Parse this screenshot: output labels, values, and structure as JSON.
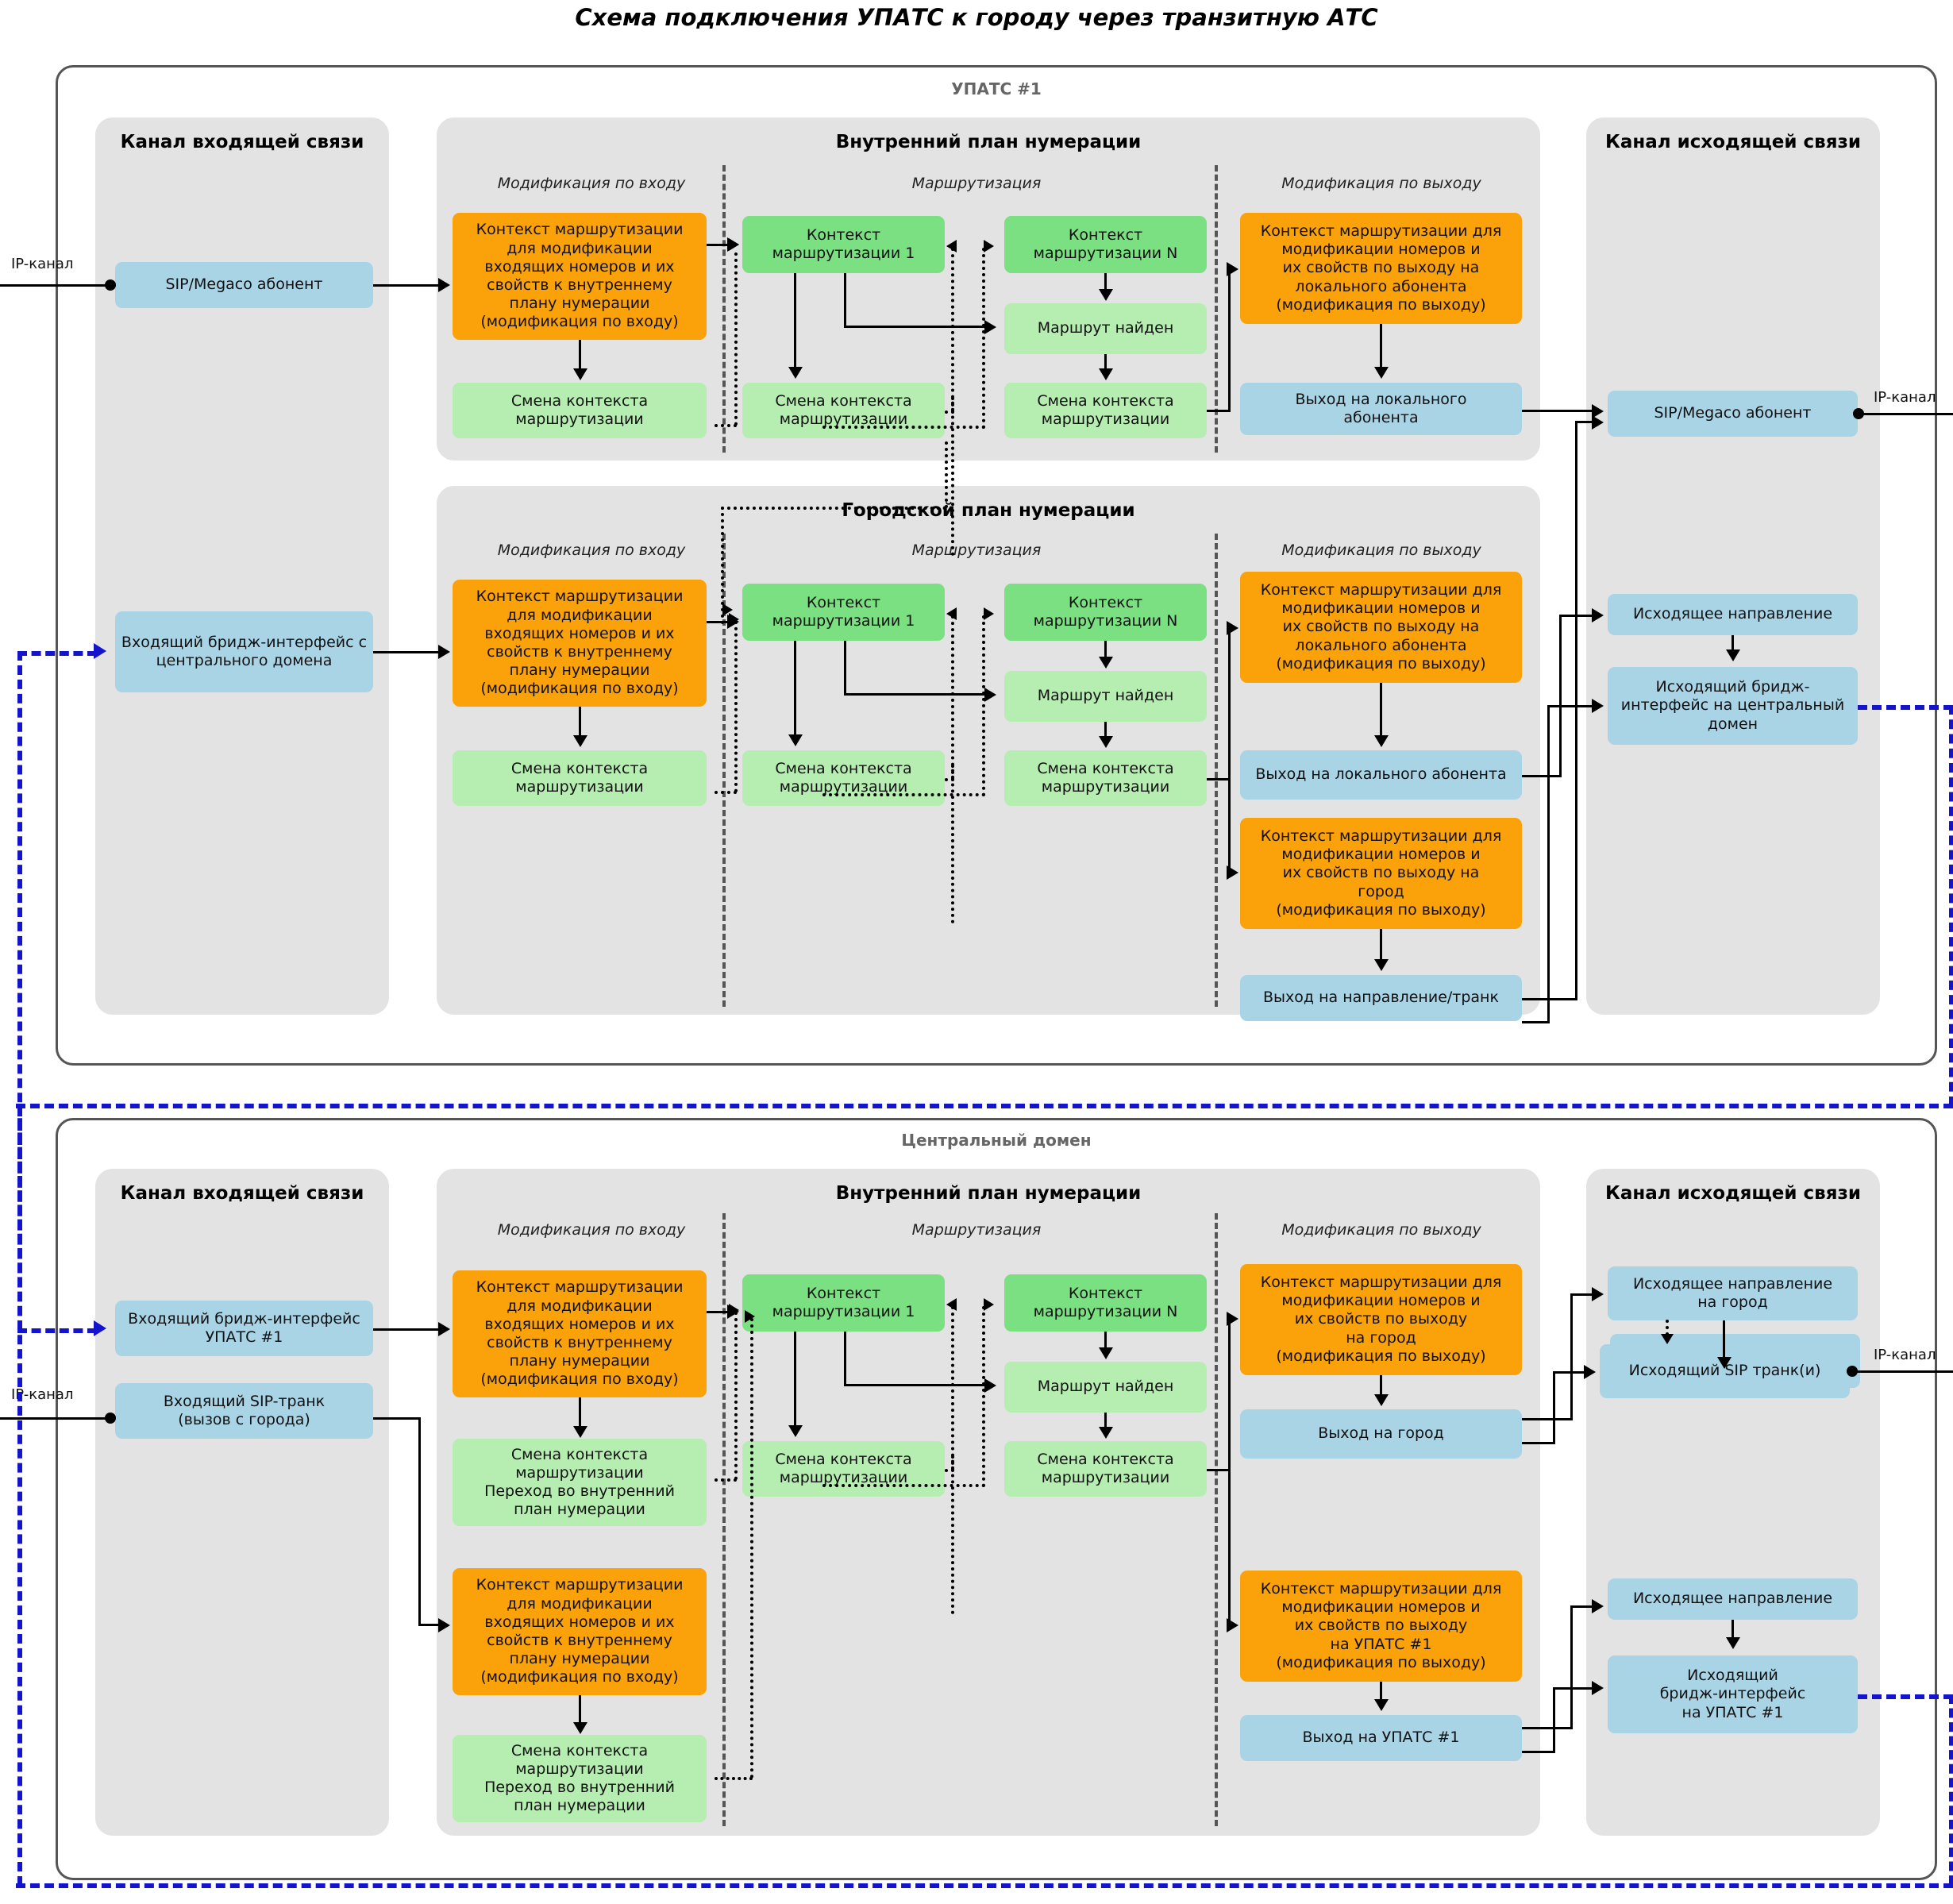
{
  "title": "Схема подключения УПАТС к городу через транзитную АТС",
  "colors": {
    "blue_node": "#a8d4e6",
    "orange_node": "#fba10a",
    "green_node": "#7ae081",
    "light_green_node": "#b6edb0",
    "panel_grey": "#e3e3e3",
    "frame_grey": "#555555",
    "bridge_link_blue": "#1414cc"
  },
  "labels": {
    "ip_channel": "IP-канал",
    "incoming_channel": "Канал входящей связи",
    "outgoing_channel": "Канал исходящей связи",
    "mod_in": "Модификация по входу",
    "routing": "Маршрутизация",
    "mod_out": "Модификация по выходу",
    "ctx_mod_in": "Контекст маршрутизации\nдля модификации\nвходящих номеров и их\nсвойств к внутреннему\nплану нумерации\n(модификация по входу)",
    "ctx_change": "Смена контекста\nмаршрутизации",
    "ctx_change_switch": "Смена контекста\nмаршрутизации\nПереход во внутренний\nплан нумерации",
    "ctx_1": "Контекст\nмаршрутизации 1",
    "ctx_n": "Контекст\nмаршрутизации N",
    "route_found": "Маршрут найден"
  },
  "domains": [
    {
      "id": "upats1",
      "name": "УПАТС #1",
      "incoming": {
        "title": "Канал входящей связи",
        "nodes": [
          {
            "label": "SIP/Megaco абонент",
            "type": "blue"
          },
          {
            "label": "Входящий\nбридж-интерфейс\nс центрального домена",
            "type": "blue"
          }
        ]
      },
      "outgoing": {
        "title": "Канал исходящей связи",
        "nodes": [
          {
            "label": "SIP/Megaco абонент",
            "type": "blue"
          },
          {
            "label": "Исходящее направление",
            "type": "blue"
          },
          {
            "label": "Исходящий\nбридж-интерфейс\nна центральный домен",
            "type": "blue"
          }
        ]
      },
      "plans": [
        {
          "title": "Внутренний план нумерации",
          "mod_in": [
            {
              "label": "Контекст маршрутизации\nдля модификации\nвходящих номеров и их\nсвойств к внутреннему\nплану нумерации\n(модификация по входу)",
              "type": "orange"
            },
            {
              "label": "Смена контекста\nмаршрутизации",
              "type": "lgreen"
            }
          ],
          "routing": [
            {
              "label": "Контекст\nмаршрутизации 1",
              "type": "green"
            },
            {
              "label": "Контекст\nмаршрутизации N",
              "type": "green"
            },
            {
              "label": "Маршрут найден",
              "type": "lgreen"
            },
            {
              "label": "Смена контекста\nмаршрутизации",
              "type": "lgreen"
            },
            {
              "label": "Смена контекста\nмаршрутизации",
              "type": "lgreen"
            }
          ],
          "mod_out": [
            {
              "label": "Контекст маршрутизации для\nмодификации номеров и\nих свойств по выходу на\nлокального абонента\n(модификация по выходу)",
              "type": "orange"
            },
            {
              "label": "Выход на локального\nабонента",
              "type": "blue"
            }
          ]
        },
        {
          "title": "Городской план нумерации",
          "mod_in": [
            {
              "label": "Контекст маршрутизации\nдля модификации\nвходящих номеров и их\nсвойств к внутреннему\nплану нумерации\n(модификация по входу)",
              "type": "orange"
            },
            {
              "label": "Смена контекста\nмаршрутизации",
              "type": "lgreen"
            }
          ],
          "routing": [
            {
              "label": "Контекст\nмаршрутизации 1",
              "type": "green"
            },
            {
              "label": "Контекст\nмаршрутизации N",
              "type": "green"
            },
            {
              "label": "Маршрут найден",
              "type": "lgreen"
            },
            {
              "label": "Смена контекста\nмаршрутизации",
              "type": "lgreen"
            },
            {
              "label": "Смена контекста\nмаршрутизации",
              "type": "lgreen"
            }
          ],
          "mod_out": [
            {
              "label": "Контекст маршрутизации для\nмодификации номеров и\nих свойств по выходу на\nлокального абонента\n(модификация по выходу)",
              "type": "orange"
            },
            {
              "label": "Выход на локального абонента",
              "type": "blue"
            },
            {
              "label": "Контекст маршрутизации для\nмодификации номеров и\nих свойств по выходу на\nгород\n(модификация по выходу)",
              "type": "orange"
            },
            {
              "label": "Выход на направление/транк",
              "type": "blue"
            }
          ]
        }
      ]
    },
    {
      "id": "central",
      "name": "Центральный домен",
      "incoming": {
        "title": "Канал входящей связи",
        "nodes": [
          {
            "label": "Входящий бридж-интерфейс\nУПАТС #1",
            "type": "blue"
          },
          {
            "label": "Входящий SIP-транк\n(вызов с города)",
            "type": "blue"
          }
        ]
      },
      "outgoing": {
        "title": "Канал исходящей связи",
        "nodes": [
          {
            "label": "Исходящее направление\nна город",
            "type": "blue"
          },
          {
            "label": "Исходящий SIP транк(и)",
            "type": "blue"
          },
          {
            "label": "Исходящее направление",
            "type": "blue"
          },
          {
            "label": "Исходящий\nбридж-интерфейс\nна УПАТС #1",
            "type": "blue"
          }
        ]
      },
      "plans": [
        {
          "title": "Внутренний план нумерации",
          "mod_in": [
            {
              "label": "Контекст маршрутизации\nдля модификации\nвходящих номеров и их\nсвойств к внутреннему\nплану нумерации\n(модификация по входу)",
              "type": "orange"
            },
            {
              "label": "Смена контекста\nмаршрутизации\nПереход во внутренний\nплан нумерации",
              "type": "lgreen"
            },
            {
              "label": "Контекст маршрутизации\nдля модификации\nвходящих номеров и их\nсвойств к внутреннему\nплану нумерации\n(модификация по входу)",
              "type": "orange"
            },
            {
              "label": "Смена контекста\nмаршрутизации\nПереход во внутренний\nплан нумерации",
              "type": "lgreen"
            }
          ],
          "routing": [
            {
              "label": "Контекст\nмаршрутизации 1",
              "type": "green"
            },
            {
              "label": "Контекст\nмаршрутизации N",
              "type": "green"
            },
            {
              "label": "Маршрут найден",
              "type": "lgreen"
            },
            {
              "label": "Смена контекста\nмаршрутизации",
              "type": "lgreen"
            },
            {
              "label": "Смена контекста\nмаршрутизации",
              "type": "lgreen"
            }
          ],
          "mod_out": [
            {
              "label": "Контекст маршрутизации для\nмодификации номеров и\nих свойств по выходу\nна город\n(модификация по выходу)",
              "type": "orange"
            },
            {
              "label": "Выход на город",
              "type": "blue"
            },
            {
              "label": "Контекст маршрутизации для\nмодификации номеров и\nих свойств по выходу\nна УПАТС #1\n(модификация по выходу)",
              "type": "orange"
            },
            {
              "label": "Выход на УПАТС #1",
              "type": "blue"
            }
          ]
        }
      ]
    }
  ]
}
